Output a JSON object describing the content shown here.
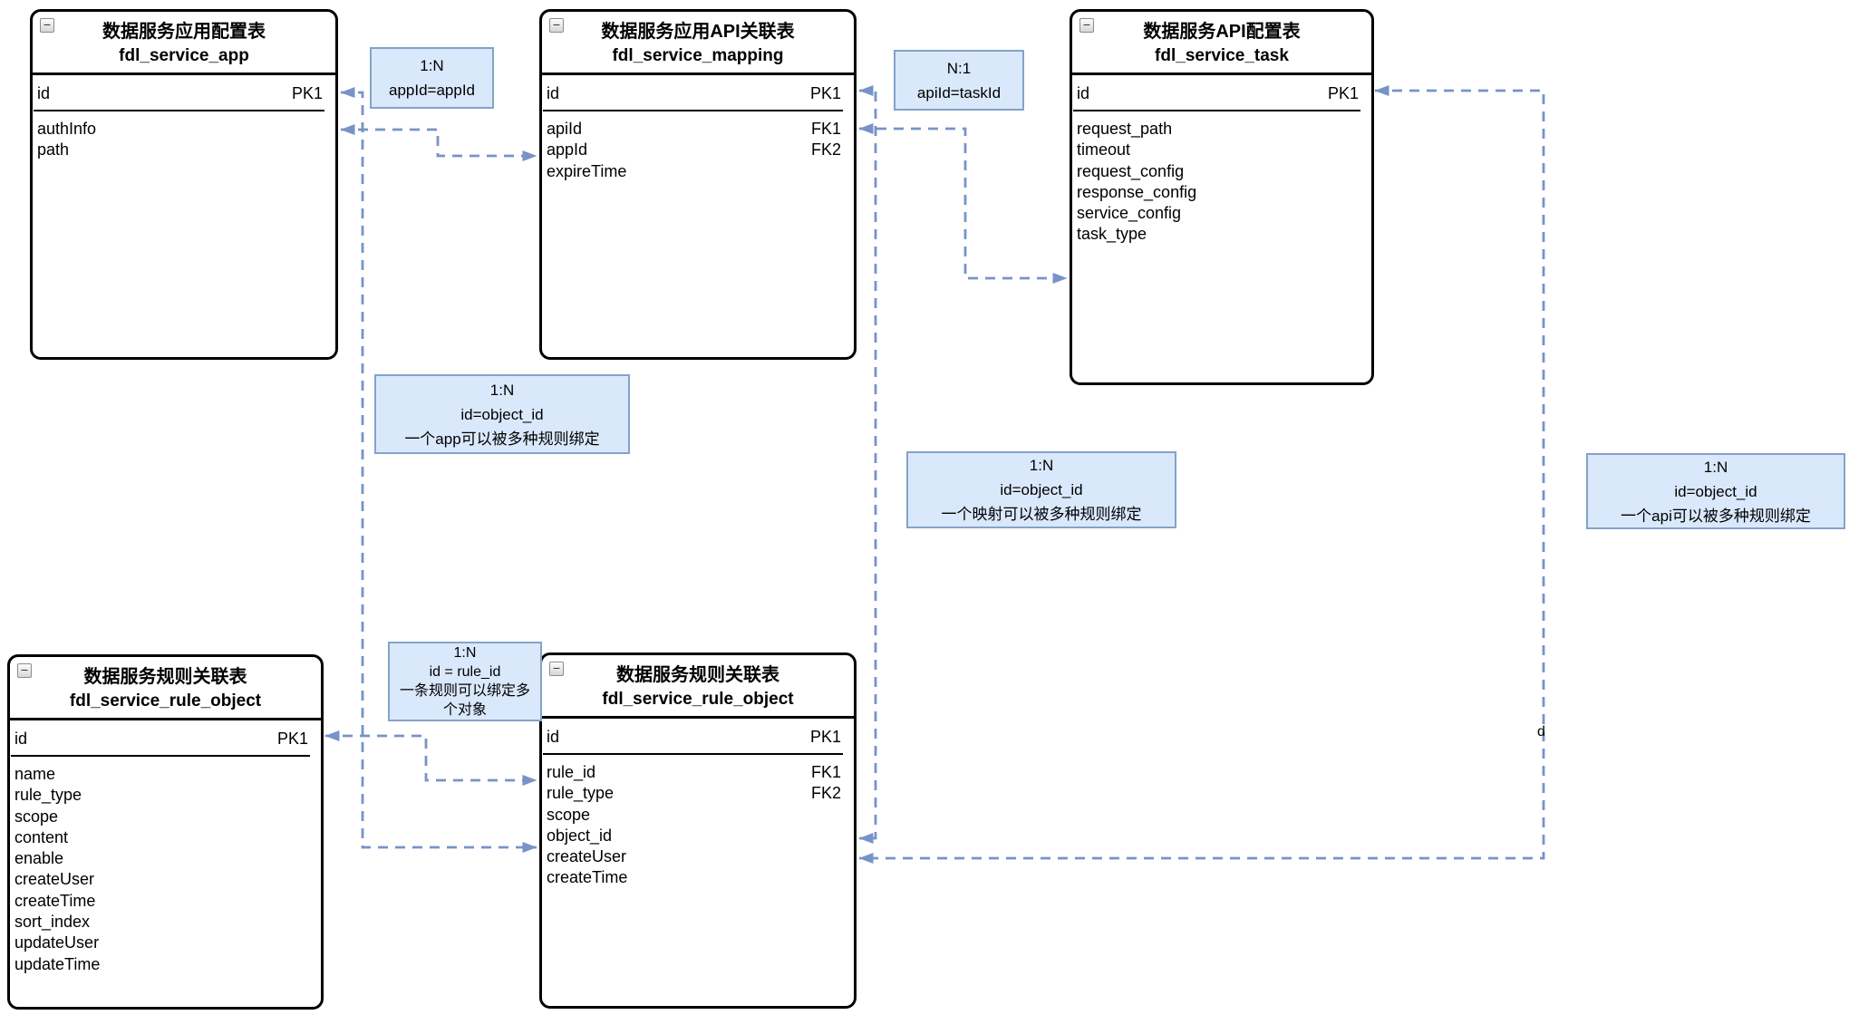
{
  "icons": {
    "collapse": "−"
  },
  "colors": {
    "connector": "#7793c8",
    "label_bg": "#dae8fc",
    "label_border": "#84a3c8",
    "table_border": "#000000"
  },
  "tables": [
    {
      "title_cn": "数据服务应用配置表",
      "title_en": "fdl_service_app",
      "pk": {
        "name": "id",
        "key": "PK1"
      },
      "fields": [
        {
          "name": "authInfo",
          "key": ""
        },
        {
          "name": "path",
          "key": ""
        }
      ]
    },
    {
      "title_cn": "数据服务应用API关联表",
      "title_en": "fdl_service_mapping",
      "pk": {
        "name": "id",
        "key": "PK1"
      },
      "fields": [
        {
          "name": "apiId",
          "key": "FK1"
        },
        {
          "name": "appId",
          "key": "FK2"
        },
        {
          "name": "expireTime",
          "key": ""
        }
      ]
    },
    {
      "title_cn": "数据服务API配置表",
      "title_en": "fdl_service_task",
      "pk": {
        "name": "id",
        "key": "PK1"
      },
      "fields": [
        {
          "name": "request_path",
          "key": ""
        },
        {
          "name": "timeout",
          "key": ""
        },
        {
          "name": "request_config",
          "key": ""
        },
        {
          "name": "response_config",
          "key": ""
        },
        {
          "name": "service_config",
          "key": ""
        },
        {
          "name": "task_type",
          "key": ""
        }
      ]
    },
    {
      "title_cn": "数据服务规则关联表",
      "title_en": "fdl_service_rule_object",
      "pk": {
        "name": "id",
        "key": "PK1"
      },
      "fields": [
        {
          "name": "name",
          "key": ""
        },
        {
          "name": "rule_type",
          "key": ""
        },
        {
          "name": "scope",
          "key": ""
        },
        {
          "name": "content",
          "key": ""
        },
        {
          "name": "enable",
          "key": ""
        },
        {
          "name": "createUser",
          "key": ""
        },
        {
          "name": "createTime",
          "key": ""
        },
        {
          "name": "sort_index",
          "key": ""
        },
        {
          "name": "updateUser",
          "key": ""
        },
        {
          "name": "updateTime",
          "key": ""
        }
      ]
    },
    {
      "title_cn": "数据服务规则关联表",
      "title_en": "fdl_service_rule_object",
      "pk": {
        "name": "id",
        "key": "PK1"
      },
      "fields": [
        {
          "name": "rule_id",
          "key": "FK1"
        },
        {
          "name": "rule_type",
          "key": "FK2"
        },
        {
          "name": "scope",
          "key": ""
        },
        {
          "name": "object_id",
          "key": ""
        },
        {
          "name": "createUser",
          "key": ""
        },
        {
          "name": "createTime",
          "key": ""
        }
      ]
    }
  ],
  "relation_labels": [
    {
      "text": "1:N\nappId=appId"
    },
    {
      "text": "N:1\napiId=taskId"
    },
    {
      "text": "1:N\nid=object_id\n一个app可以被多种规则绑定"
    },
    {
      "text": "1:N\nid=object_id\n一个映射可以被多种规则绑定"
    },
    {
      "text": "1:N\nid=object_id\n一个api可以被多种规则绑定"
    },
    {
      "text": "1:N\nid = rule_id\n一条规则可以绑定多\n个对象"
    }
  ],
  "stray_label": "d"
}
